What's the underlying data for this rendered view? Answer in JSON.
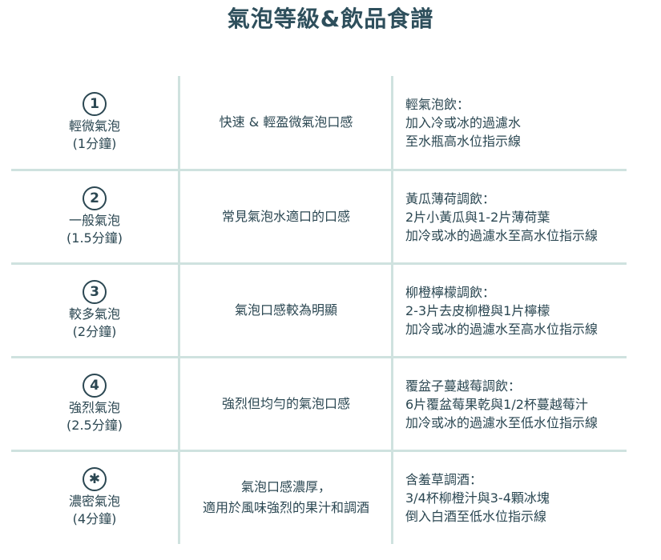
{
  "title": "氣泡等級&飲品食譜",
  "rows": [
    {
      "badge": "1",
      "level_name": "輕微氣泡",
      "duration": "(1分鐘)",
      "description": [
        "快速 & 輕盈微氣泡口感"
      ],
      "recipe_title": "輕氣泡飲：",
      "recipe_lines": [
        "加入冷或冰的過濾水",
        "至水瓶高水位指示線"
      ]
    },
    {
      "badge": "2",
      "level_name": "一般氣泡",
      "duration": "(1.5分鐘)",
      "description": [
        "常見氣泡水適口的口感"
      ],
      "recipe_title": "黃瓜薄荷調飲：",
      "recipe_lines": [
        "2片小黃瓜與1-2片薄荷葉",
        "加冷或冰的過濾水至高水位指示線"
      ]
    },
    {
      "badge": "3",
      "level_name": "較多氣泡",
      "duration": "(2分鐘)",
      "description": [
        "氣泡口感較為明顯"
      ],
      "recipe_title": "柳橙檸檬調飲：",
      "recipe_lines": [
        "2-3片去皮柳橙與1片檸檬",
        "加冷或冰的過濾水至高水位指示線"
      ]
    },
    {
      "badge": "4",
      "level_name": "強烈氣泡",
      "duration": "(2.5分鐘)",
      "description": [
        "強烈但均勻的氣泡口感"
      ],
      "recipe_title": "覆盆子蔓越莓調飲：",
      "recipe_lines": [
        "6片覆盆莓果乾與1/2杯蔓越莓汁",
        "加冷或冰的過濾水至低水位指示線"
      ]
    },
    {
      "badge": "✱",
      "level_name": "濃密氣泡",
      "duration": "(4分鐘)",
      "description": [
        "氣泡口感濃厚，",
        "適用於風味強烈的果汁和調酒"
      ],
      "recipe_title": "含羞草調酒：",
      "recipe_lines": [
        "3/4杯柳橙汁與3-4顆冰塊",
        "倒入白酒至低水位指示線"
      ]
    }
  ],
  "colors": {
    "text": "#2b4752",
    "title": "#2e4f5c",
    "grid_lines": "#cfe2df"
  }
}
